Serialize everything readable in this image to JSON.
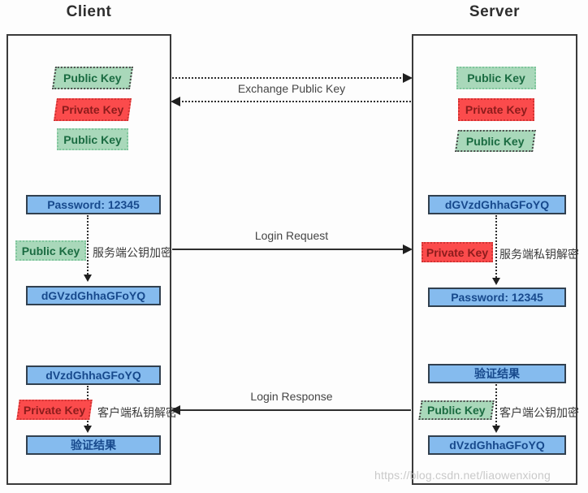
{
  "client": {
    "title": "Client",
    "top_keys": [
      {
        "label": "Public Key"
      },
      {
        "label": "Private Key"
      },
      {
        "label": "Public Key"
      }
    ],
    "password": "Password: 12345",
    "encrypt_key": "Public Key",
    "encrypt_note": "服务端公钥加密",
    "cipher_request": "dGVzdGhhaGFoYQ",
    "cipher_response": "dVzdGhhaGFoYQ",
    "decrypt_key": "Private Key",
    "decrypt_note": "客户端私钥解密",
    "result": "验证结果"
  },
  "server": {
    "title": "Server",
    "top_keys": [
      {
        "label": "Public Key"
      },
      {
        "label": "Private Key"
      },
      {
        "label": "Public Key"
      }
    ],
    "cipher_request": "dGVzdGhhaGFoYQ",
    "decrypt_key": "Private Key",
    "decrypt_note": "服务端私钥解密",
    "password": "Password: 12345",
    "result": "验证结果",
    "encrypt_key": "Public Key",
    "encrypt_note": "客户端公钥加密",
    "cipher_response": "dVzdGhhaGFoYQ"
  },
  "messages": {
    "exchange": "Exchange Public Key",
    "login_request": "Login Request",
    "login_response": "Login Response"
  },
  "watermark": "https://blog.csdn.net/liaowenxiong",
  "colors": {
    "public_key_fill": "#a9d8ba",
    "private_key_fill": "#fb4b4c",
    "message_box_fill": "#85bbee",
    "message_box_border": "#31404f"
  }
}
